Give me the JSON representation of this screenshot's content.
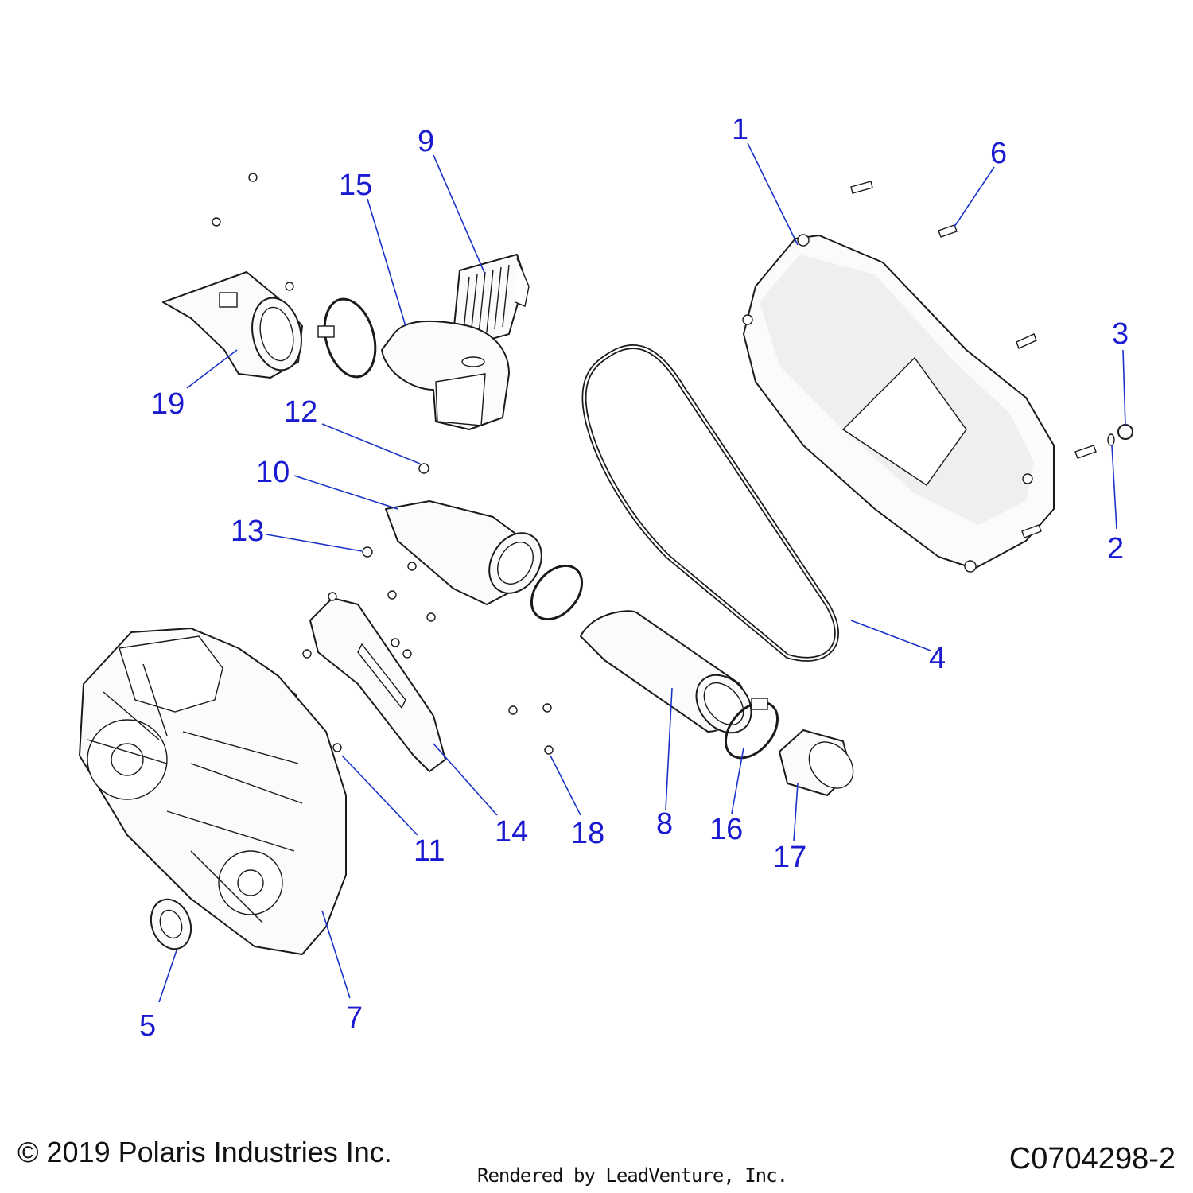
{
  "footer": {
    "copyright": "© 2019 Polaris Industries Inc.",
    "figure_id": "C0704298-2",
    "rendered_by": "Rendered by LeadVenture, Inc."
  },
  "callouts": [
    {
      "id": "c1",
      "label": "1"
    },
    {
      "id": "c2",
      "label": "2"
    },
    {
      "id": "c3",
      "label": "3"
    },
    {
      "id": "c4",
      "label": "4"
    },
    {
      "id": "c5",
      "label": "5"
    },
    {
      "id": "c6",
      "label": "6"
    },
    {
      "id": "c7",
      "label": "7"
    },
    {
      "id": "c8",
      "label": "8"
    },
    {
      "id": "c9",
      "label": "9"
    },
    {
      "id": "c10",
      "label": "10"
    },
    {
      "id": "c11",
      "label": "11"
    },
    {
      "id": "c12",
      "label": "12"
    },
    {
      "id": "c13",
      "label": "13"
    },
    {
      "id": "c14",
      "label": "14"
    },
    {
      "id": "c15",
      "label": "15"
    },
    {
      "id": "c16",
      "label": "16"
    },
    {
      "id": "c17",
      "label": "17"
    },
    {
      "id": "c18",
      "label": "18"
    },
    {
      "id": "c19",
      "label": "19"
    }
  ],
  "colors": {
    "callout": "#1a1ad0",
    "leader": "#1a33c8",
    "line": "#1a1a1a"
  }
}
